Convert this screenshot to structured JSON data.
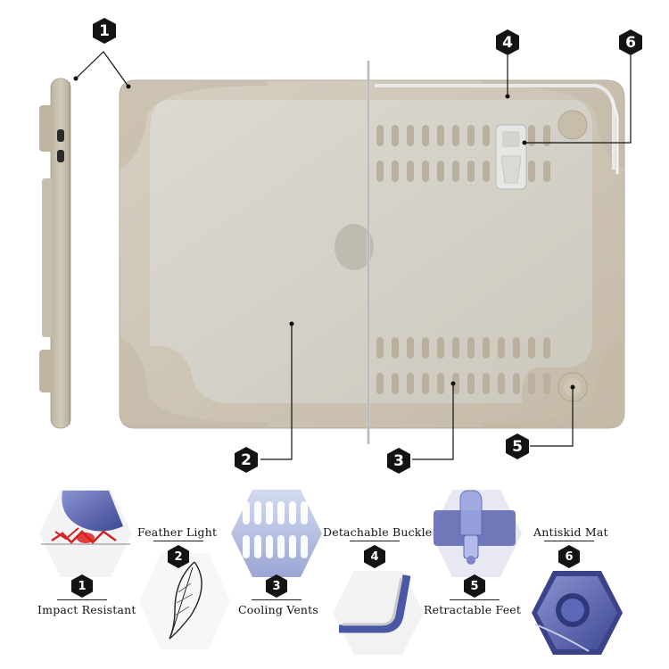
{
  "colors": {
    "case_body": "#cdc4b4",
    "case_shadow": "#b8ae9c",
    "badge": "#141414",
    "accent_blue": "#4a56a6"
  },
  "callouts": [
    {
      "number": "1"
    },
    {
      "number": "2"
    },
    {
      "number": "3"
    },
    {
      "number": "4"
    },
    {
      "number": "5"
    },
    {
      "number": "6"
    }
  ],
  "features": [
    {
      "number": "1",
      "label": "Impact Resistant",
      "icon": "impact-shield-icon"
    },
    {
      "number": "2",
      "label": "Feather Light",
      "icon": "feather-icon"
    },
    {
      "number": "3",
      "label": "Cooling Vents",
      "icon": "vent-grid-icon"
    },
    {
      "number": "4",
      "label": "Detachable Buckle",
      "icon": "corner-buckle-icon"
    },
    {
      "number": "5",
      "label": "Retractable Feet",
      "icon": "kickstand-icon"
    },
    {
      "number": "6",
      "label": "Antiskid Mat",
      "icon": "rubber-foot-icon"
    }
  ]
}
